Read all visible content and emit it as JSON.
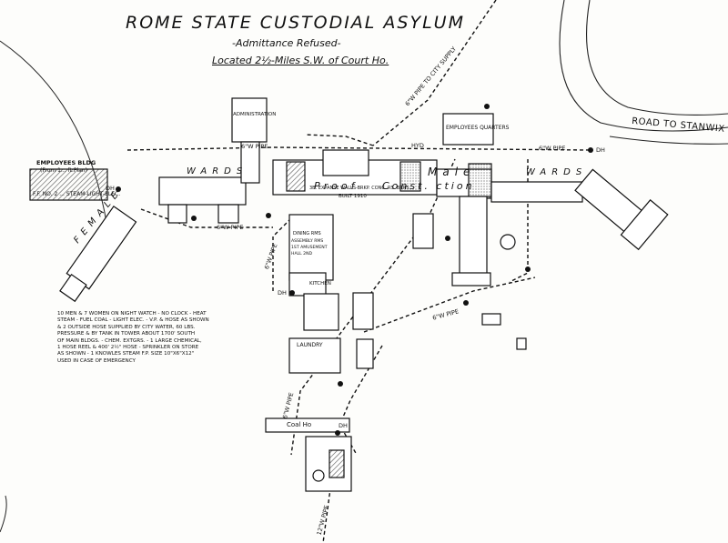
{
  "map": {
    "title": "ROME STATE CUSTODIAL ASYLUM",
    "subtitle": "-Admittance Refused-",
    "location": "Located 2½-Miles S.W. of Court Ho.",
    "road_label": "ROAD TO STANWIX VI"
  },
  "wings": {
    "female": "FEMALE",
    "female_wards": "WARDS",
    "male": "Male",
    "male_wards": "WARDS",
    "proof": "Proof",
    "construction": "Const. ction"
  },
  "buildings": {
    "employees_bldg": "EMPLOYEES BLDG",
    "employees_bldg_from": "(From 1... ft.Plan)",
    "administration": "ADMINISTRATION",
    "employees_quarters": "EMPLOYEES QUARTERS",
    "dining_rms": "DINING RMS",
    "kitchen": "KITCHEN",
    "laundry": "LAUNDRY",
    "coal_ho": "Coal Ho",
    "built_1910": "BUILT 1910",
    "fire_note_left": "F.F. NO. 2 ... STEAM-LIGHT-ELEC.",
    "wall_note": "3B. EXPANSE WALLS-BRKP. CONC. RS. BARS.",
    "amusement_hall": "ASSEMBLY RMS 1ST AMUSEMENT HALL 2ND"
  },
  "pipes": {
    "pipe_6w_1": "6\"W PIPE",
    "pipe_6w_2": "6\"W PIPE",
    "pipe_6w_3": "6\"W PIPE",
    "pipe_6w_4": "6\"W PIPE",
    "pipe_6w_5": "6\"W PIPE",
    "pipe_6w_6": "6\"W PIPE",
    "pipe_12w": "12\"W PIPE",
    "pipe_6w_city": "6\"W PIPE TO CITY SUPPLY",
    "hyd": "HYD"
  },
  "markers": {
    "dh": "DH"
  },
  "note_text": "10 MEN & 7 WOMEN ON NIGHT WATCH - NO CLOCK - HEAT\nSTEAM - FUEL COAL - LIGHT ELEC. - V.P. & HOSE AS SHOWN\n& 2 OUTSIDE HOSE SUPPLIED BY CITY WATER, 60 LBS.\nPRESSURE & BY TANK IN TOWER ABOUT 1700' SOUTH\nOF MAIN BLDGS. - CHEM. EXTGRS. - 1 LARGE CHEMICAL,\n1 HOSE REEL & 400' 2½\" HOSE - SPRINKLER ON STORE\nAS SHOWN - 1 KNOWLES STEAM F.P. SIZE 10\"X6\"X12\"\nUSED IN CASE OF EMERGENCY",
  "colors": {
    "ink": "#111111",
    "paper": "#fdfdfb",
    "hatch": "#555555"
  }
}
